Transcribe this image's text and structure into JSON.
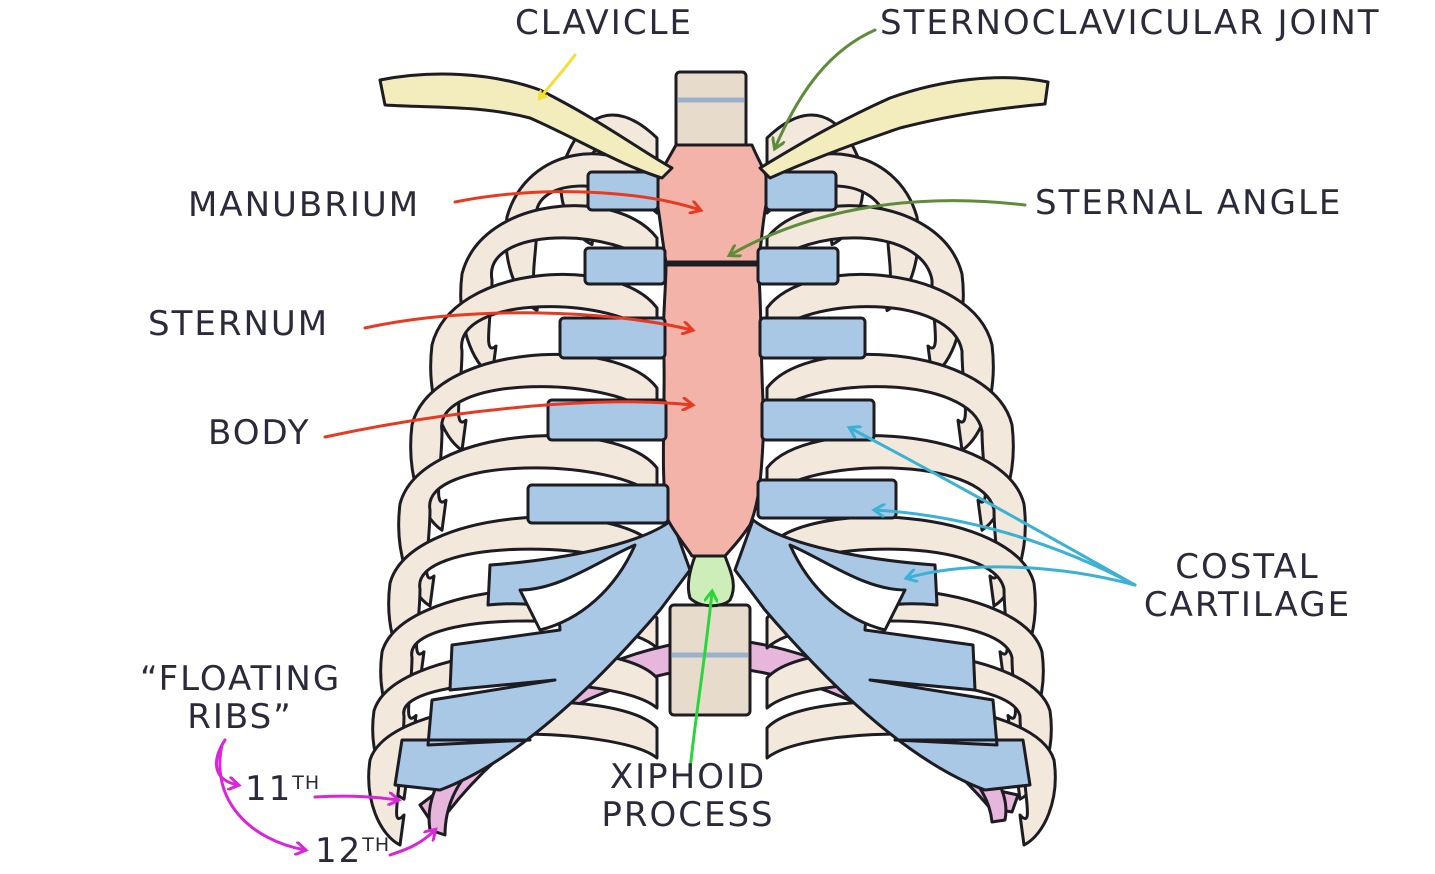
{
  "labels": {
    "clavicle": "CLAVICLE",
    "sternoclavicular_joint": "STERNOCLAVICULAR JOINT",
    "manubrium": "MANUBRIUM",
    "sternal_angle": "STERNAL ANGLE",
    "sternum": "STERNUM",
    "body": "BODY",
    "costal_cartilage_1": "COSTAL",
    "costal_cartilage_2": "CARTILAGE",
    "floating_ribs_1": "“FLOATING",
    "floating_ribs_2": "RIBS”",
    "rib_11_num": "11",
    "rib_11_suffix": "TH",
    "rib_12_num": "12",
    "rib_12_suffix": "TH",
    "xiphoid_1": "XIPHOID",
    "xiphoid_2": "PROCESS"
  },
  "colors": {
    "outline": "#1c1c22",
    "rib_bone": "#f3e8dc",
    "rib_shadow": "#e2d4c4",
    "costal_cartilage": "#a9c8e6",
    "sternum": "#f3b3a8",
    "clavicle": "#f3ecbd",
    "vertebra": "#e7dccb",
    "floating_rib": "#e6b6dc",
    "xiphoid": "#cdeeb8",
    "text": "#2b2a3a",
    "arrow_yellow": "#f2e036",
    "arrow_green": "#5e8c3a",
    "arrow_red": "#e83a22",
    "arrow_cyan": "#3bb1d3",
    "arrow_magenta": "#d826d8",
    "arrow_lime": "#2bd63c"
  }
}
